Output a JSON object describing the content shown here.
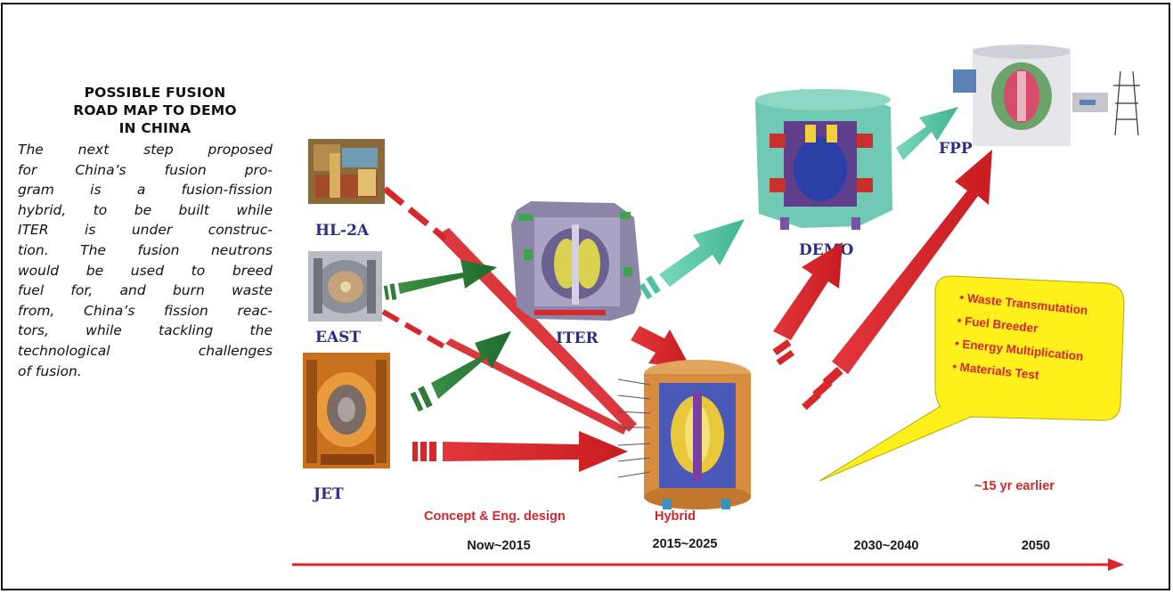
{
  "sidebar": {
    "title_lines": [
      "POSSIBLE FUSION",
      "ROAD MAP TO DEMO",
      "IN CHINA"
    ],
    "body_lines": [
      "The next step proposed",
      "for China’s fusion pro-",
      "gram is a fusion-fission",
      "hybrid, to be built while",
      "ITER is under construc-",
      "tion. The fusion neutrons",
      "would be used to breed",
      "fuel for, and burn waste",
      "from, China’s fission reac-",
      "tors, while tackling the",
      "technological challenges",
      "of fusion."
    ]
  },
  "machines": {
    "hl2a": "HL-2A",
    "east": "EAST",
    "jet": "JET",
    "iter": "ITER",
    "demo": "DEMO",
    "fpp": "FPP",
    "hybrid": "Hybrid"
  },
  "phase_labels": {
    "concept": "Concept & Eng. design",
    "earlier": "~15 yr earlier"
  },
  "timeline": [
    "Now~2015",
    "2015~2025",
    "2030~2040",
    "2050"
  ],
  "bubble_items": [
    "• Waste Transmutation",
    "• Fuel Breeder",
    "• Energy Multiplication",
    "• Materials Test"
  ],
  "colors": {
    "red_arrow": "#d9262b",
    "green_arrow": "#2e7d3a",
    "teal_arrow": "#4cc1a0",
    "label_blue": "#2c2e86",
    "bubble_fill": "#ffef1a"
  }
}
